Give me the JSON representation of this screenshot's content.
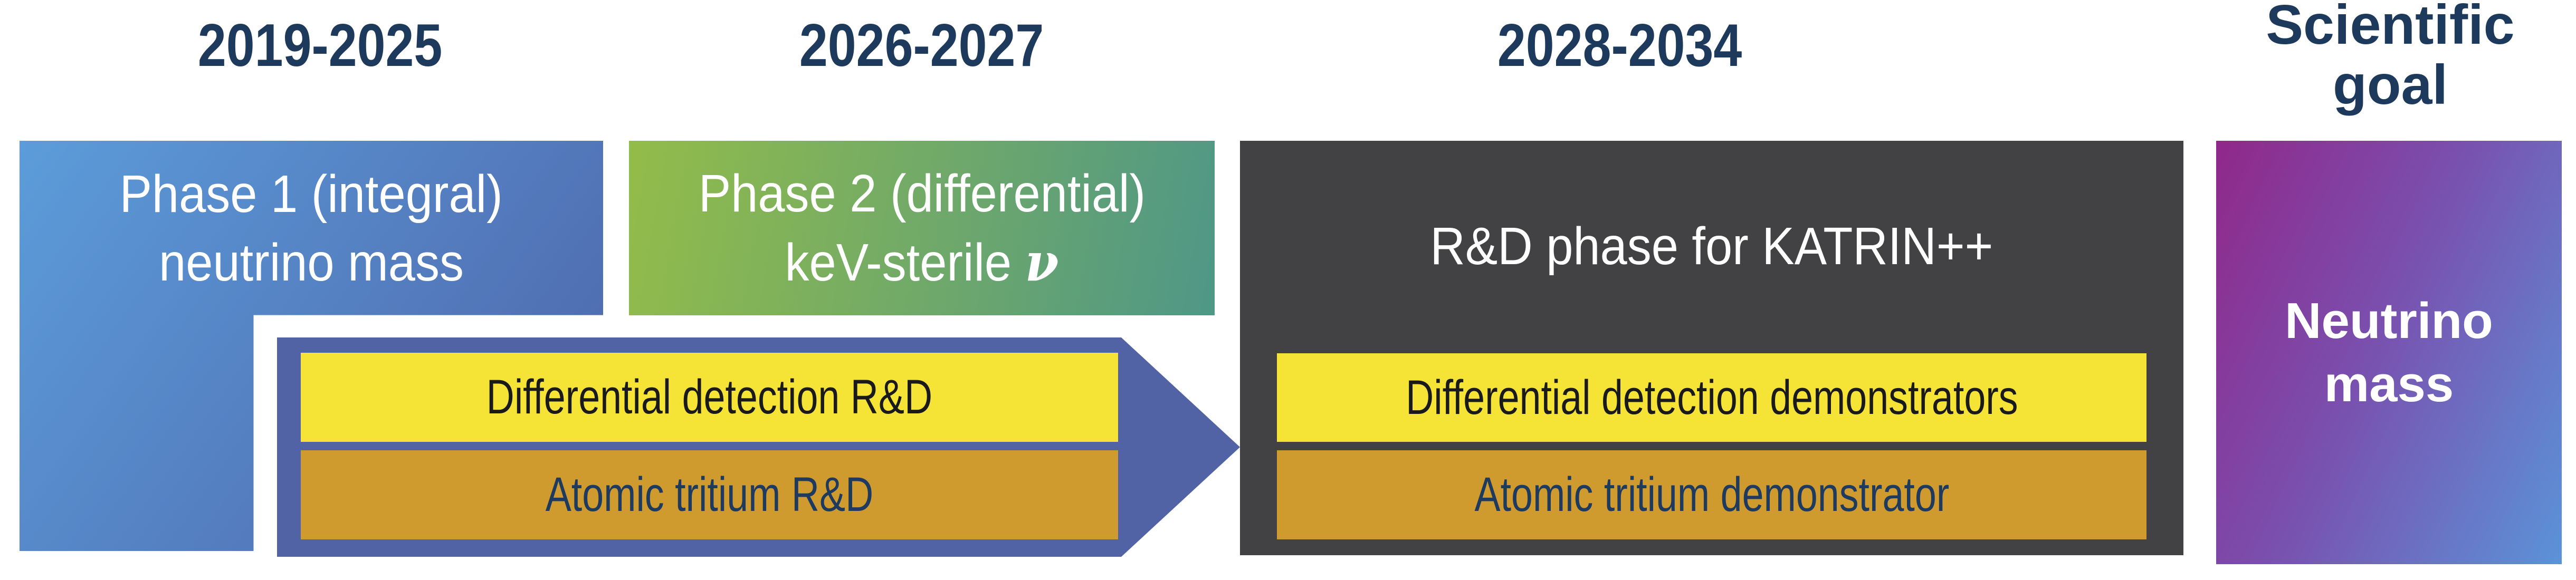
{
  "headers": [
    {
      "label": "2019-2025"
    },
    {
      "label": "2026-2027"
    },
    {
      "label": "2028-2034"
    },
    {
      "label": "Scientific\ngoal"
    }
  ],
  "phase1": {
    "line1": "Phase 1 (integral)",
    "line2": "neutrino mass"
  },
  "phase2": {
    "line1": "Phase 2 (differential)",
    "line2_prefix": "keV-sterile ",
    "line2_nu": "ν"
  },
  "arrow": {
    "bars": [
      {
        "label": "Differential detection R&D"
      },
      {
        "label": "Atomic tritium R&D"
      }
    ]
  },
  "rd_phase": {
    "title": "R&D phase for KATRIN++",
    "bars": [
      {
        "label": "Differential detection demonstrators"
      },
      {
        "label": "Atomic tritium demonstrator"
      }
    ]
  },
  "goal": {
    "line1": "Neutrino",
    "line2": "mass"
  },
  "colors": {
    "navy": "#1d3a5c",
    "navy_bar": "#1e3a5e",
    "black_text": "#1a1a1a",
    "phase1_start": "#5c9cda",
    "phase1_end": "#4d64a9",
    "phase2_start": "#93bc49",
    "phase2_end": "#4f9787",
    "arrow_fill": "#5163a5",
    "bar_yellow": "#f5e436",
    "bar_orange": "#d09b2e",
    "dark_gray": "#424143",
    "goal_start": "#90288a",
    "goal_mid": "#7a4fae",
    "goal_end": "#5b93d8"
  }
}
